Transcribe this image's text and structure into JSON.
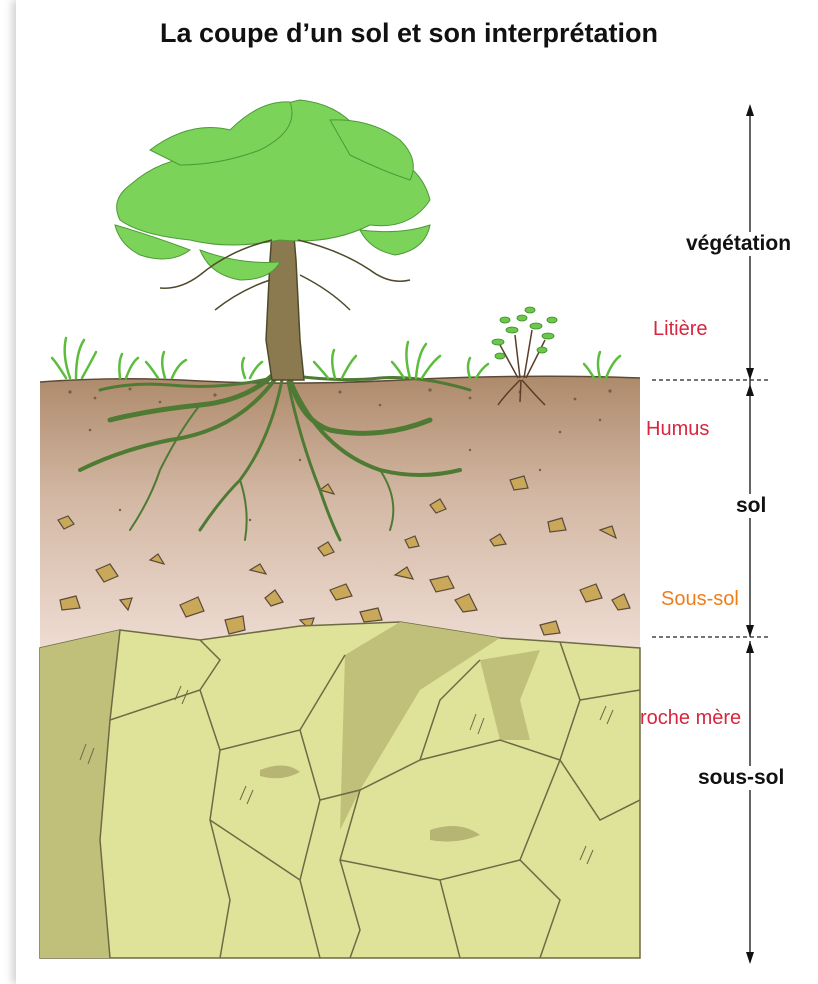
{
  "title": "La coupe d’un sol et son interprétation",
  "layers": {
    "litiere": "Litière",
    "humus": "Humus",
    "sous_sol_horizon": "Sous-sol",
    "roche_mere": "roche mère"
  },
  "zones": {
    "vegetation": "végétation",
    "sol": "sol",
    "sous_sol": "sous-sol"
  },
  "colors": {
    "layer_labels": "#d7263d",
    "sous_sol_label": "#ef7d1a",
    "soil_top": "#b08b6c",
    "soil_bottom": "#e6d2c8",
    "bedrock": "#dfe39a",
    "bedrock_dark": "#c2c27a",
    "foliage": "#7bd35a",
    "trunk": "#8a7a4f"
  }
}
